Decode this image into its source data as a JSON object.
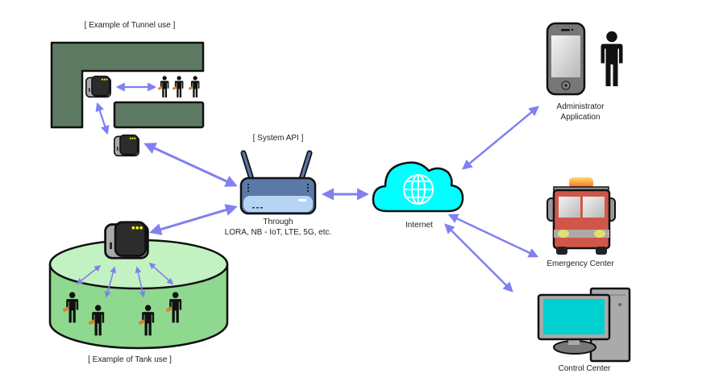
{
  "diagram": {
    "labels": {
      "tunnel_caption": "[ Example of Tunnel use ]",
      "tank_caption": "[ Example of Tank use ]",
      "system_api": "[ System API ]",
      "through_line1": "Through",
      "through_line2": "LORA, NB - IoT, LTE, 5G, etc.",
      "internet": "Internet",
      "admin_line1": "Administrator",
      "admin_line2": "Application",
      "emergency": "Emergency Center",
      "control": "Control Center"
    },
    "nodes": [
      {
        "id": "tunnel-sensor-1",
        "type": "sensor"
      },
      {
        "id": "tunnel-sensor-2",
        "type": "sensor"
      },
      {
        "id": "tank-sensor",
        "type": "sensor"
      },
      {
        "id": "gateway",
        "type": "router"
      },
      {
        "id": "internet",
        "type": "cloud"
      },
      {
        "id": "admin-app",
        "type": "smartphone"
      },
      {
        "id": "emergency-center",
        "type": "fire-truck"
      },
      {
        "id": "control-center",
        "type": "desktop-computer"
      }
    ],
    "edges": [
      {
        "from": "tunnel-sensor-1",
        "to": "tunnel-workers",
        "bidirectional": true
      },
      {
        "from": "tunnel-sensor-1",
        "to": "tunnel-sensor-2",
        "bidirectional": true
      },
      {
        "from": "tunnel-sensor-2",
        "to": "gateway",
        "bidirectional": true
      },
      {
        "from": "tank-sensor",
        "to": "gateway",
        "bidirectional": true
      },
      {
        "from": "gateway",
        "to": "internet",
        "bidirectional": true
      },
      {
        "from": "internet",
        "to": "admin-app",
        "bidirectional": true
      },
      {
        "from": "internet",
        "to": "emergency-center",
        "bidirectional": true
      },
      {
        "from": "internet",
        "to": "control-center",
        "bidirectional": true
      },
      {
        "from": "tank-sensor",
        "to": "tank-workers",
        "bidirectional": true,
        "count": 4
      }
    ],
    "colors": {
      "arrow": "#8080f0",
      "tunnel_wall": "#5f7a63",
      "tank_fill": "#8fd88f",
      "tank_top": "#c2f2c2",
      "cloud": "#00ffff",
      "router": "#5a78a8",
      "screen": "#00d0d0",
      "truck": "#d0564a"
    }
  }
}
